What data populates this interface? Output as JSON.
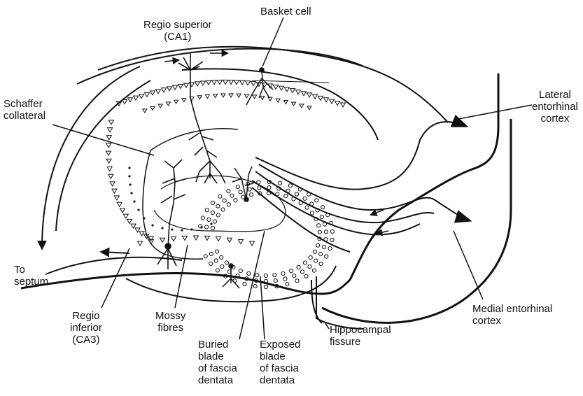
{
  "colors": {
    "ink": "#111111",
    "background": "#ffffff"
  },
  "labels": {
    "regio_superior": [
      "Regio superior",
      "(CA1)"
    ],
    "basket_cell": [
      "Basket cell"
    ],
    "lateral_entorhinal": [
      "Lateral",
      "entorhinal",
      "cortex"
    ],
    "schaffer_collateral": [
      "Schaffer",
      "collateral"
    ],
    "to_septum": [
      "To",
      "septum"
    ],
    "regio_inferior": [
      "Regio",
      "inferior",
      "(CA3)"
    ],
    "mossy_fibres": [
      "Mossy",
      "fibres"
    ],
    "buried_blade": [
      "Buried",
      "blade",
      "of fascia",
      "dentata"
    ],
    "exposed_blade": [
      "Exposed",
      "blade",
      "of fascia",
      "dentata"
    ],
    "hippocampal_fissure": [
      "Hippocampal",
      "fissure"
    ],
    "medial_entorhinal": [
      "Medial entorhinal",
      "cortex"
    ]
  }
}
